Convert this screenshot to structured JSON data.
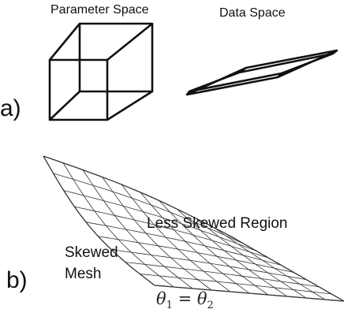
{
  "panel_a": {
    "label": "a)",
    "parameter_space_title": "Parameter Space",
    "data_space_title": "Data Space"
  },
  "panel_b": {
    "label": "b)",
    "less_skewed_label": "Less Skewed Region",
    "skewed_label_line1": "Skewed",
    "skewed_label_line2": "Mesh",
    "equation": {
      "theta": "θ",
      "sub1": "1",
      "equals": " = ",
      "sub2": "2"
    }
  },
  "colors": {
    "ink": "#111111",
    "mesh": "#333333"
  }
}
